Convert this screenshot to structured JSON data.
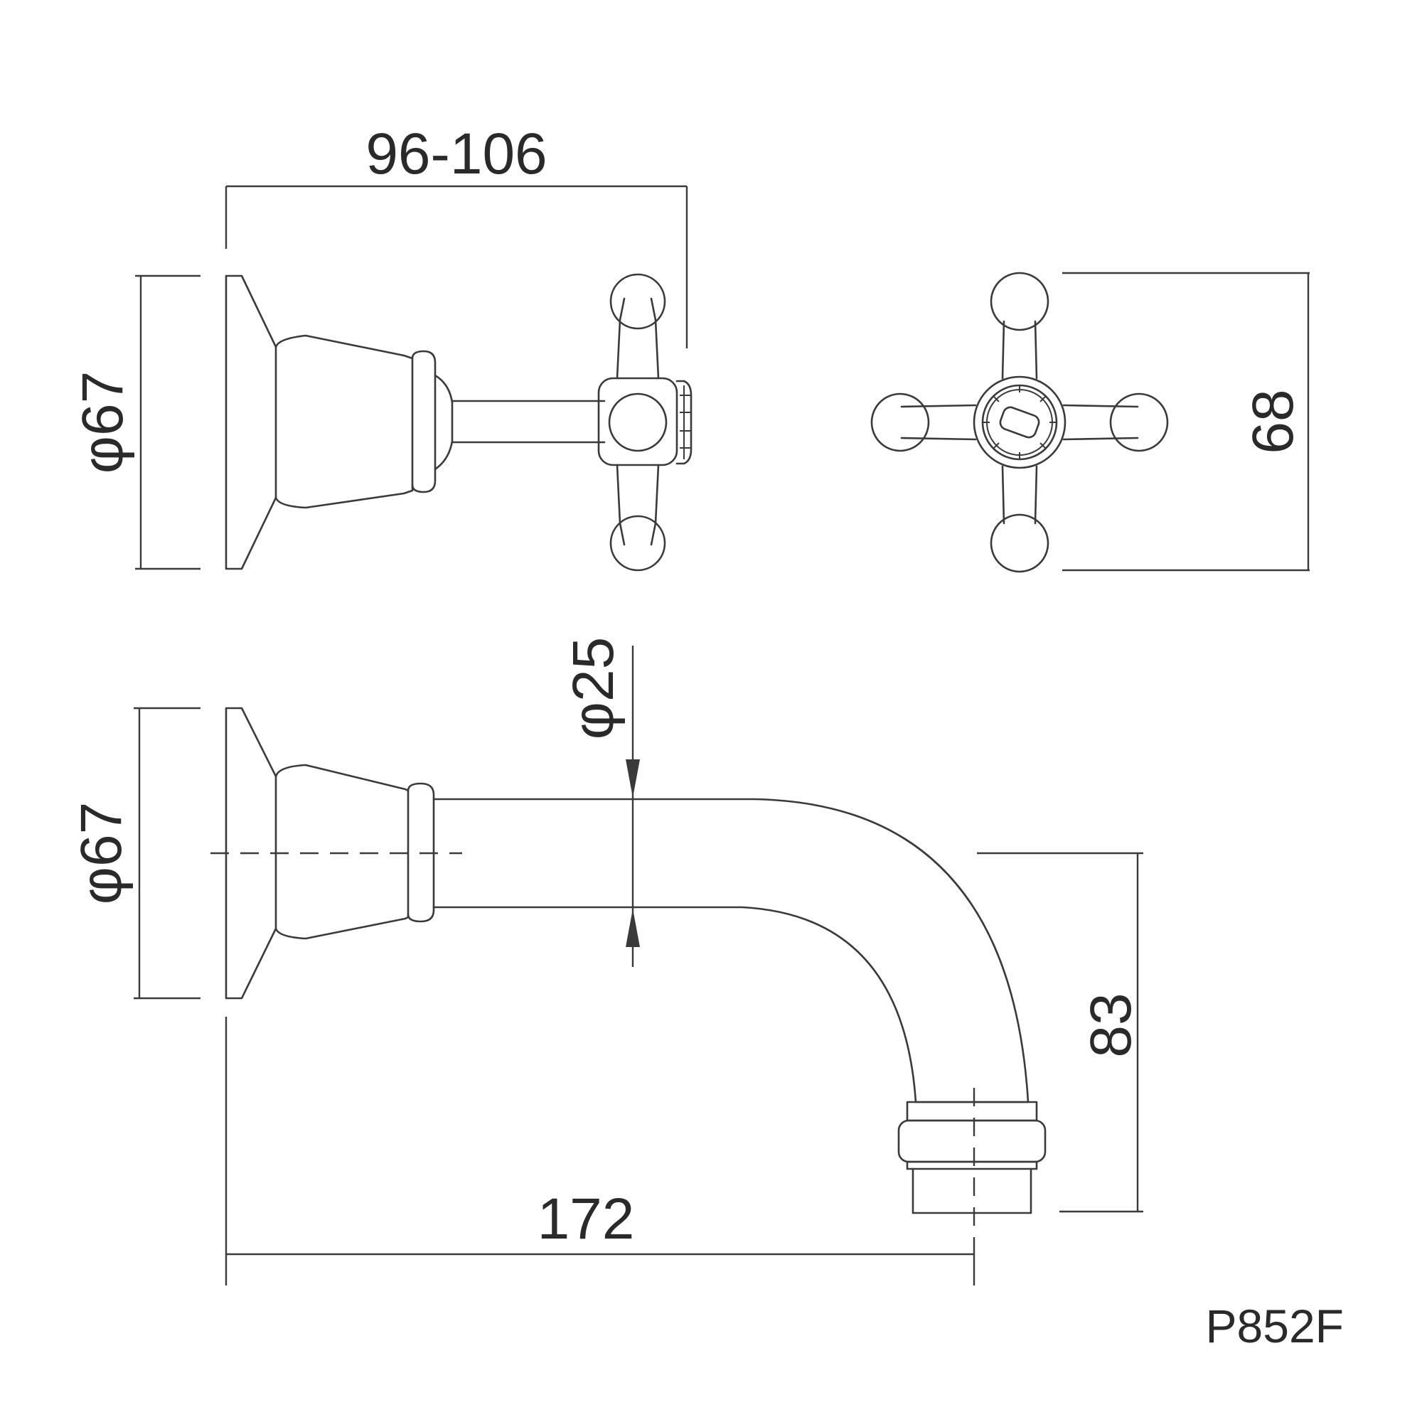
{
  "drawing": {
    "top_width_dim": "96-106",
    "valve_flange_dia": "φ67",
    "handle_height_dim": "68",
    "spout_pipe_dia": "φ25",
    "spout_flange_dia": "φ67",
    "spout_drop_dim": "83",
    "spout_projection_dim": "172",
    "product_code": "P852F"
  }
}
